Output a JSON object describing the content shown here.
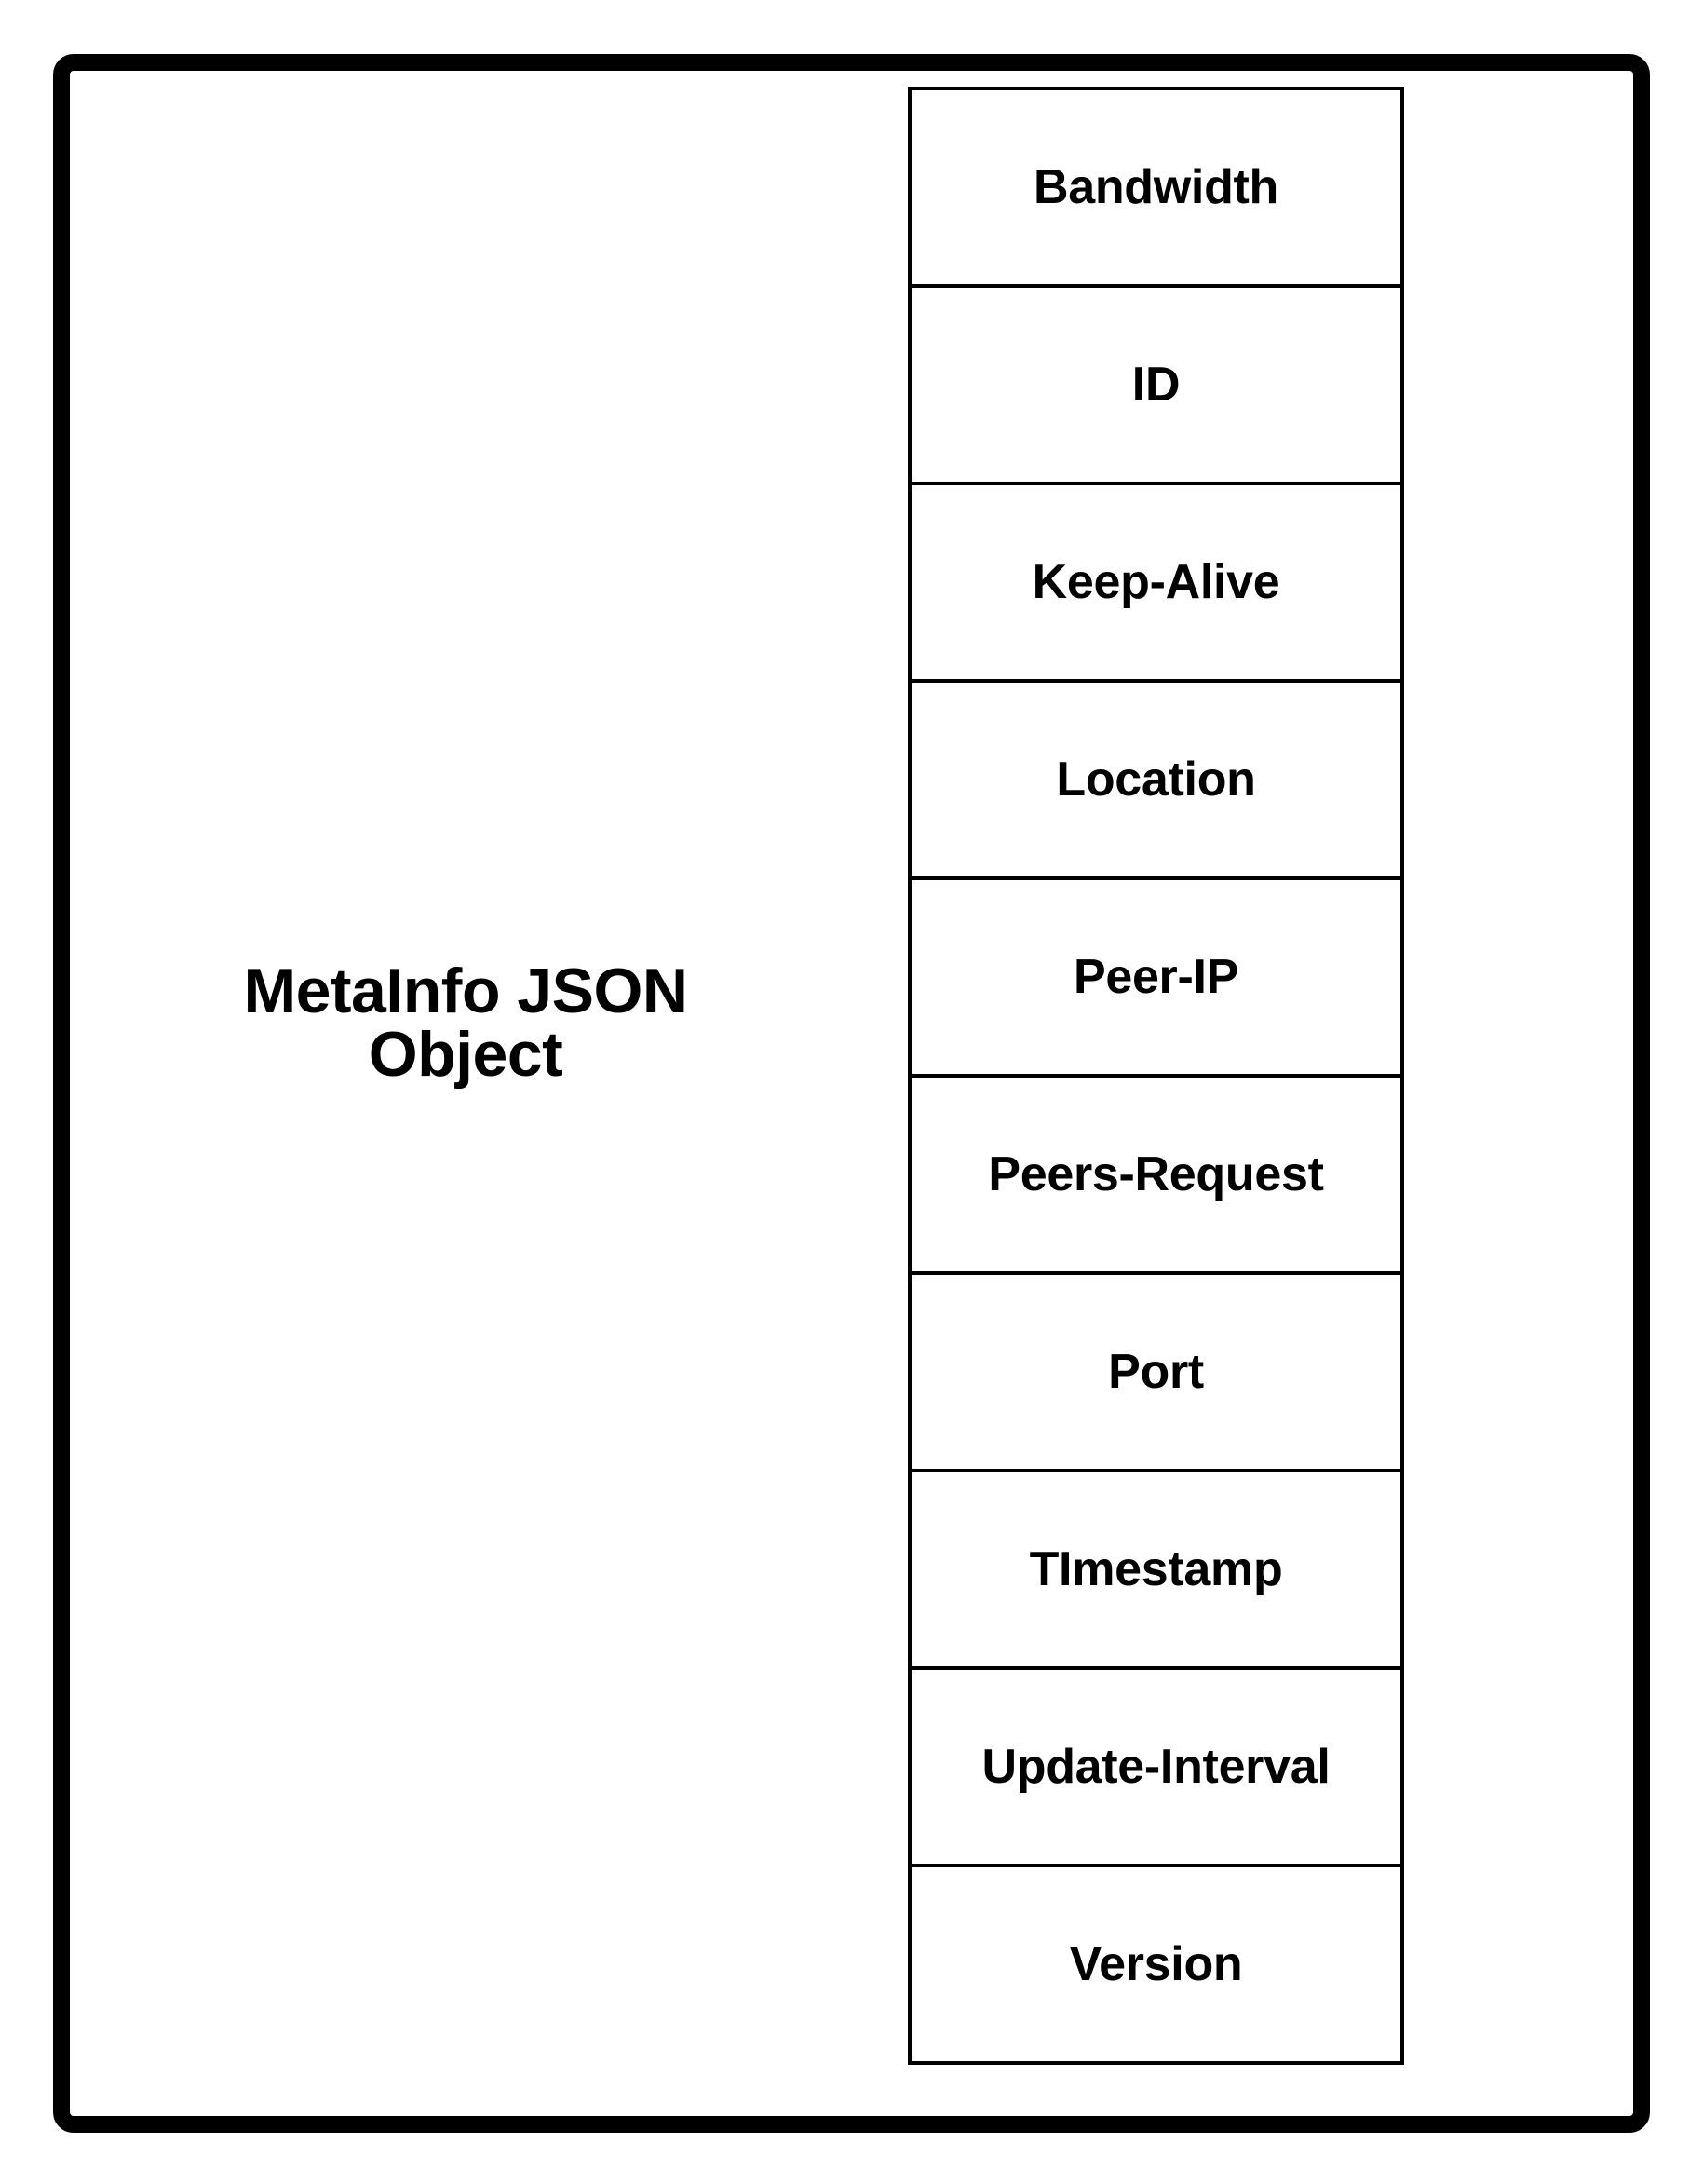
{
  "diagram": {
    "title": "MetaInfo JSON Object",
    "entity": {
      "name_line1": "MetaInfo JSON",
      "name_line2": "Object"
    },
    "colors": {
      "background": "#ffffff",
      "frame": "#000000",
      "text": "#000000",
      "table_border": "#000000"
    },
    "attribute_table": {
      "row_count": 10,
      "rows": [
        {
          "label": "Bandwidth"
        },
        {
          "label": "ID"
        },
        {
          "label": "Keep-Alive"
        },
        {
          "label": "Location"
        },
        {
          "label": "Peer-IP"
        },
        {
          "label": "Peers-Request"
        },
        {
          "label": "Port"
        },
        {
          "label": "TImestamp"
        },
        {
          "label": "Update-Interval"
        },
        {
          "label": "Version"
        }
      ]
    }
  }
}
